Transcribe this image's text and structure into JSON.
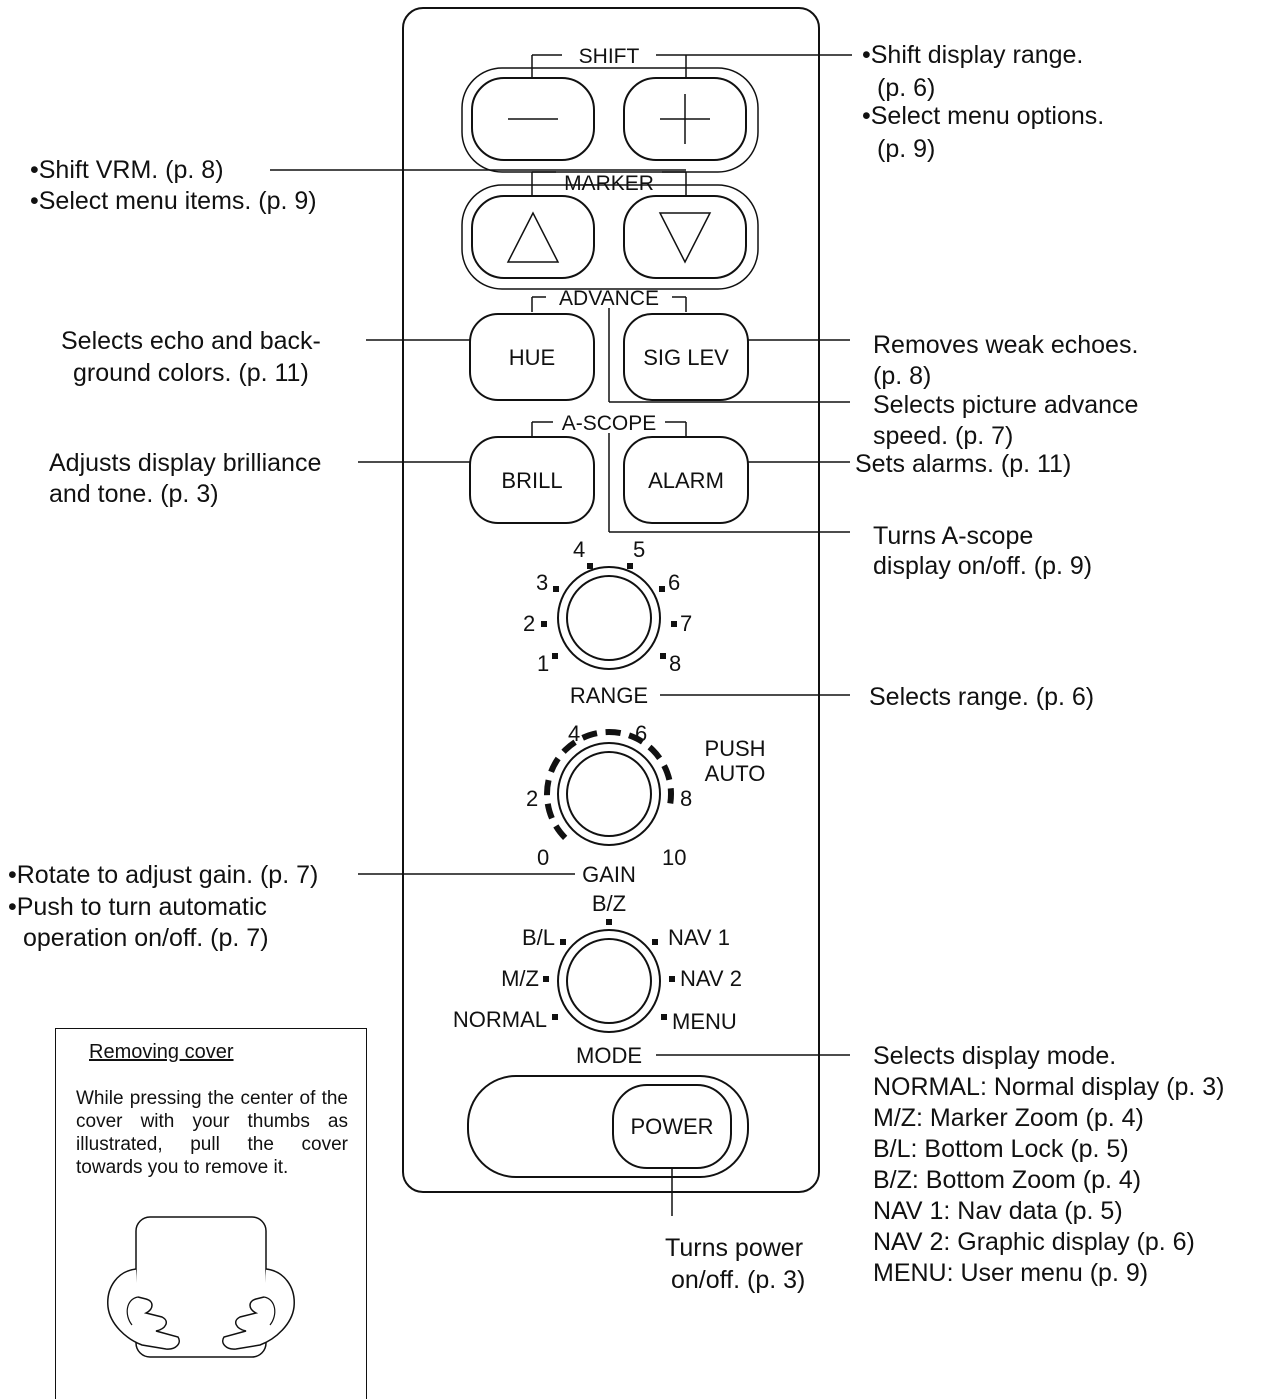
{
  "panel": {
    "shift_label": "SHIFT",
    "marker_label": "MARKER",
    "advance_label": "ADVANCE",
    "ascope_label": "A-SCOPE",
    "hue_button": "HUE",
    "sig_lev_button": "SIG LEV",
    "brill_button": "BRILL",
    "alarm_button": "ALARM",
    "power_button": "POWER",
    "range_knob": {
      "label": "RANGE",
      "positions": [
        "1",
        "2",
        "3",
        "4",
        "5",
        "6",
        "7",
        "8"
      ]
    },
    "gain_knob": {
      "label": "GAIN",
      "push_label_1": "PUSH",
      "push_label_2": "AUTO",
      "ticks": [
        "0",
        "2",
        "4",
        "6",
        "8",
        "10"
      ]
    },
    "mode_knob": {
      "label": "MODE",
      "positions": [
        "NORMAL",
        "M/Z",
        "B/L",
        "B/Z",
        "NAV 1",
        "NAV 2",
        "MENU"
      ]
    }
  },
  "callouts": {
    "shift_range_1": "•Shift display range.",
    "shift_range_2": "(p. 6)",
    "select_options_1": "•Select menu options.",
    "select_options_2": "(p. 9)",
    "shift_vrm": "•Shift VRM. (p. 8)",
    "select_items": "•Select menu items. (p. 9)",
    "hue_1": "Selects echo and back-",
    "hue_2": "ground colors. (p. 11)",
    "sig_1": "Removes weak echoes.",
    "sig_2": "(p. 8)",
    "advance_1": "Selects picture advance",
    "advance_2": "speed. (p. 7)",
    "brill_1": "Adjusts display brilliance",
    "brill_2": "and tone. (p. 3)",
    "alarm": "Sets alarms. (p. 11)",
    "ascope_1": "Turns A-scope",
    "ascope_2": "display on/off. (p. 9)",
    "range": "Selects range. (p. 6)",
    "gain_1": "•Rotate to adjust gain. (p. 7)",
    "gain_2": "•Push to turn automatic",
    "gain_3": "operation on/off. (p. 7)",
    "mode_lines": [
      "Selects display mode.",
      "NORMAL: Normal display (p. 3)",
      "M/Z: Marker Zoom (p. 4)",
      "B/L: Bottom Lock (p. 5)",
      "B/Z: Bottom Zoom (p. 4)",
      "NAV 1: Nav data (p. 5)",
      "NAV 2: Graphic display (p. 6)",
      "MENU: User menu (p. 9)"
    ],
    "power_1": "Turns power",
    "power_2": "on/off. (p. 3)"
  },
  "cover_box": {
    "title": "Removing cover",
    "text": "While pressing the center of the cover with your thumbs as illustrated, pull the cover towards you to remove it."
  },
  "icons": [
    "minus-icon",
    "plus-icon",
    "triangle-up-icon",
    "triangle-down-icon",
    "hands-cover-icon"
  ]
}
